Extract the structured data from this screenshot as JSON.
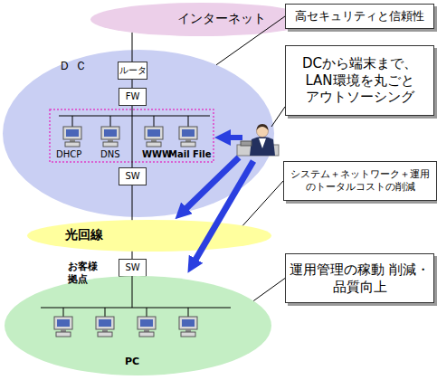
{
  "diagram": {
    "nodes": [
      {
        "text": [
          "インターネット"
        ]
      },
      {
        "text": [
          "ＤＣ"
        ]
      },
      {
        "text": [
          "ルータ"
        ],
        "in": 1
      },
      {
        "text": [
          "FW"
        ],
        "in": 1
      },
      {
        "text": [
          "SW"
        ],
        "in": 1
      },
      {
        "text": [
          "光回線"
        ]
      },
      {
        "text": [
          "SW"
        ]
      },
      {
        "text": [
          "お客様 拠点",
          "PC"
        ]
      },
      {
        "text": [
          "高セキュリティと信頼性"
        ]
      },
      {
        "text": [
          "DCから端末まで、 LAN環境を丸ごと アウトソーシング"
        ]
      },
      {
        "text": [
          "システム＋ネットワーク＋運用 のトータルコストの削減"
        ]
      },
      {
        "text": [
          "運用管理の稼動 削減・品質向上"
        ]
      }
    ],
    "edges": [
      {
        "from": 0,
        "to": 2,
        "arrow": "none"
      },
      {
        "from": 2,
        "to": 3,
        "arrow": "none"
      },
      {
        "from": 3,
        "to": 4,
        "arrow": "none"
      },
      {
        "from": 4,
        "to": 5,
        "arrow": "none"
      },
      {
        "from": 5,
        "to": 6,
        "arrow": "none"
      },
      {
        "from": 6,
        "to": 7,
        "arrow": "none"
      },
      {
        "from": 8,
        "to": 1,
        "arrow": "none"
      },
      {
        "from": 10,
        "to": 5,
        "arrow": "none"
      },
      {
        "from": 11,
        "to": 7,
        "arrow": "none"
      }
    ],
    "labels": [
      "DHCP",
      "DNS",
      "WWW",
      "Mail File"
    ]
  }
}
